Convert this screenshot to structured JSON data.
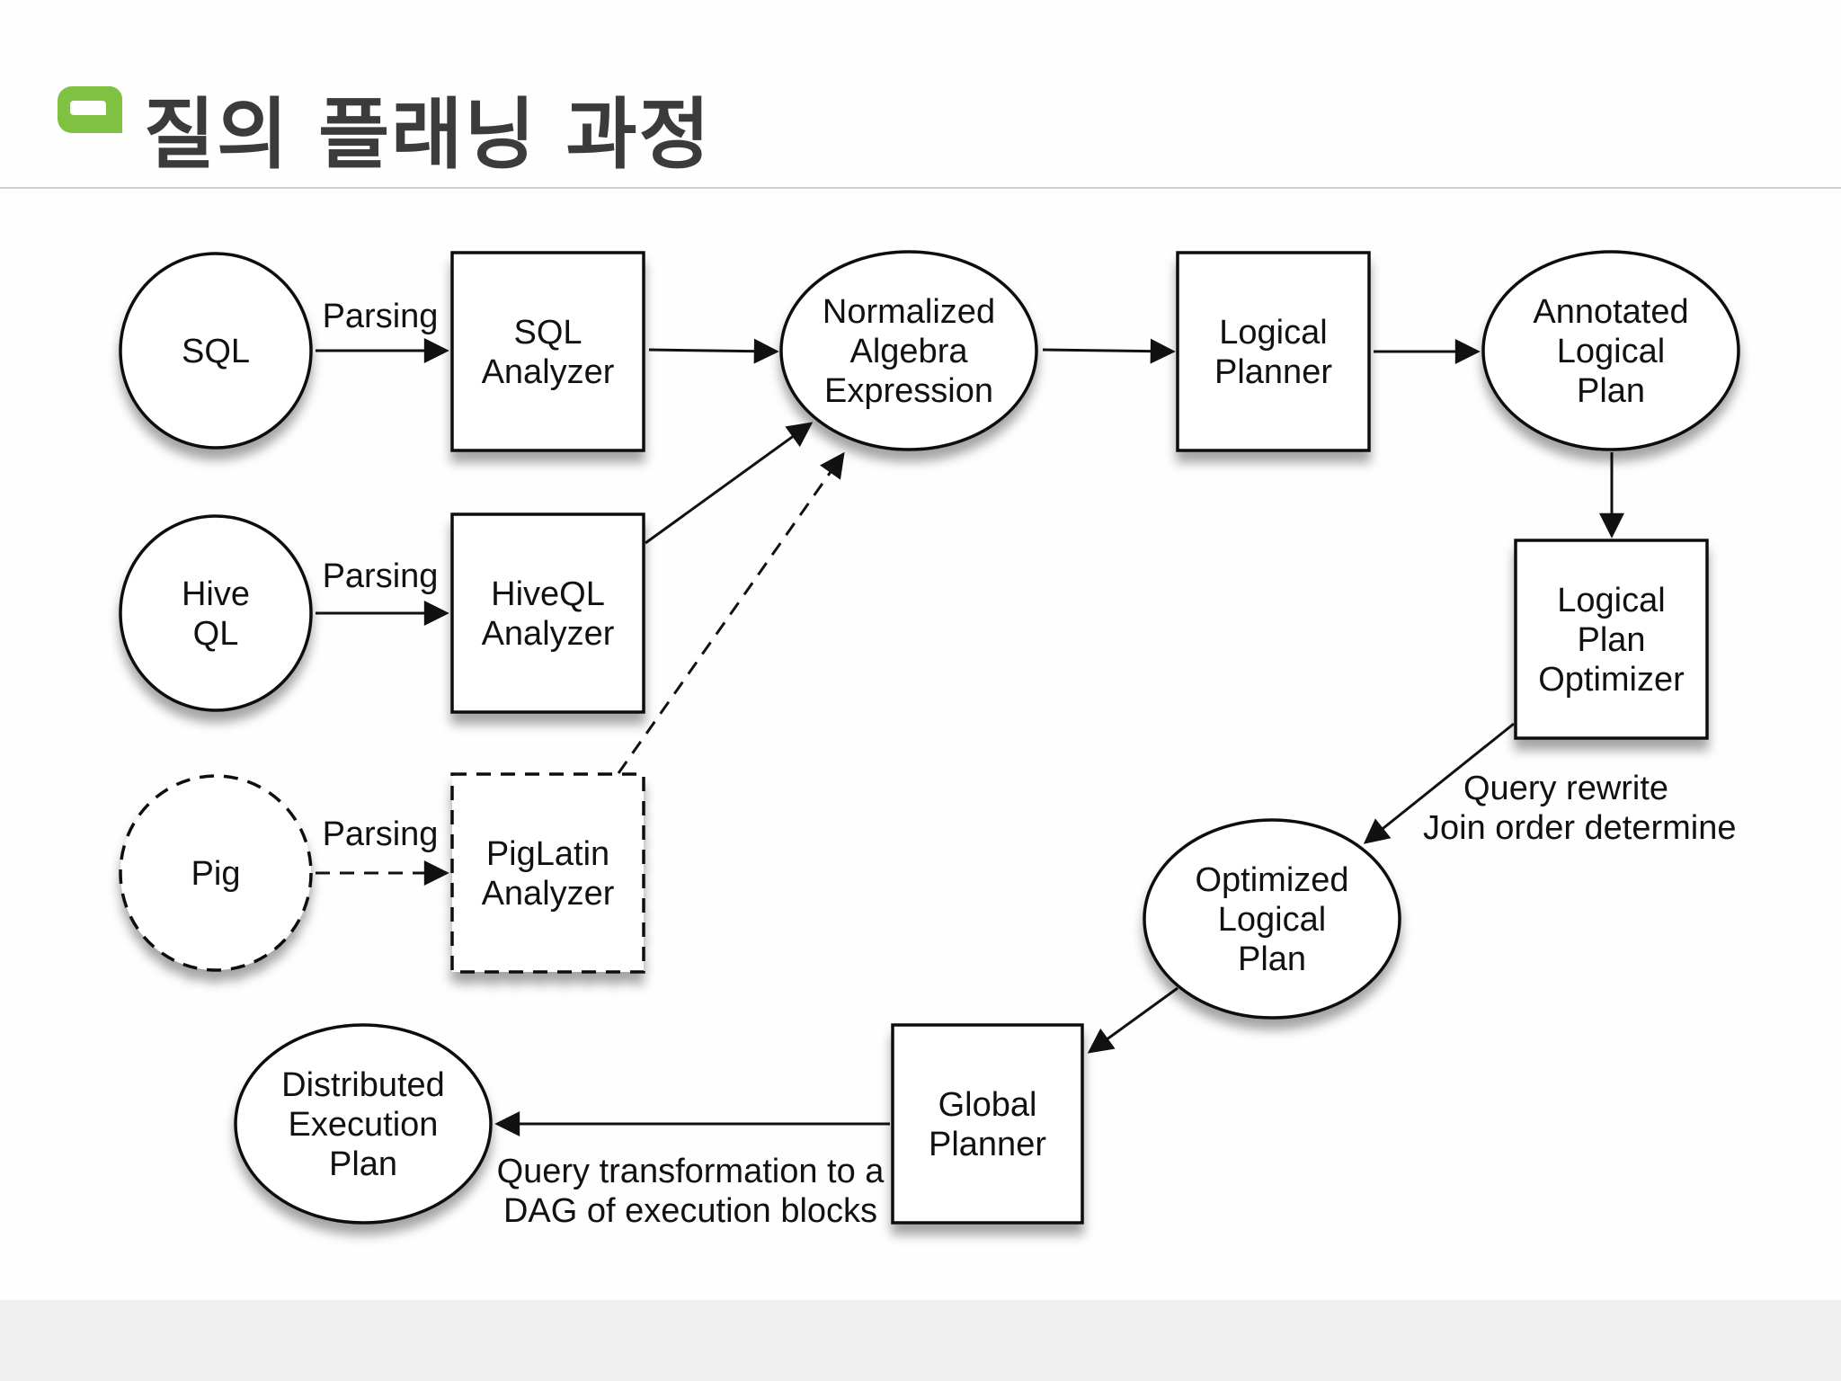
{
  "title": "질의 플래닝 과정",
  "colors": {
    "accent": "#7fc241",
    "title": "#3b3b3b",
    "stroke": "#111111",
    "fill": "#ffffff"
  },
  "nodes": [
    {
      "id": "sql",
      "shape": "circle",
      "style": "solid",
      "lines": [
        "SQL"
      ]
    },
    {
      "id": "sql_analyzer",
      "shape": "box",
      "style": "solid",
      "lines": [
        "SQL",
        "Analyzer"
      ]
    },
    {
      "id": "normalized",
      "shape": "ellipse",
      "style": "solid",
      "lines": [
        "Normalized",
        "Algebra",
        "Expression"
      ]
    },
    {
      "id": "logical_planner",
      "shape": "box",
      "style": "solid",
      "lines": [
        "Logical",
        "Planner"
      ]
    },
    {
      "id": "annotated",
      "shape": "ellipse",
      "style": "solid",
      "lines": [
        "Annotated",
        "Logical",
        "Plan"
      ]
    },
    {
      "id": "hiveql",
      "shape": "circle",
      "style": "solid",
      "lines": [
        "Hive",
        "QL"
      ]
    },
    {
      "id": "hiveql_analyzer",
      "shape": "box",
      "style": "solid",
      "lines": [
        "HiveQL",
        "Analyzer"
      ]
    },
    {
      "id": "optimizer",
      "shape": "box",
      "style": "solid",
      "lines": [
        "Logical",
        "Plan",
        "Optimizer"
      ]
    },
    {
      "id": "pig",
      "shape": "circle",
      "style": "dashed",
      "lines": [
        "Pig"
      ]
    },
    {
      "id": "piglatin_analyzer",
      "shape": "box",
      "style": "dashed",
      "lines": [
        "PigLatin",
        "Analyzer"
      ]
    },
    {
      "id": "optimized",
      "shape": "ellipse",
      "style": "solid",
      "lines": [
        "Optimized",
        "Logical",
        "Plan"
      ]
    },
    {
      "id": "distributed",
      "shape": "ellipse",
      "style": "solid",
      "lines": [
        "Distributed",
        "Execution",
        "Plan"
      ]
    },
    {
      "id": "global_planner",
      "shape": "box",
      "style": "solid",
      "lines": [
        "Global",
        "Planner"
      ]
    }
  ],
  "edges": [
    {
      "from": "sql",
      "to": "sql_analyzer",
      "style": "solid",
      "label": [
        "Parsing"
      ]
    },
    {
      "from": "sql_analyzer",
      "to": "normalized",
      "style": "solid",
      "label": []
    },
    {
      "from": "normalized",
      "to": "logical_planner",
      "style": "solid",
      "label": []
    },
    {
      "from": "logical_planner",
      "to": "annotated",
      "style": "solid",
      "label": []
    },
    {
      "from": "hiveql",
      "to": "hiveql_analyzer",
      "style": "solid",
      "label": [
        "Parsing"
      ]
    },
    {
      "from": "hiveql_analyzer",
      "to": "normalized",
      "style": "solid",
      "label": []
    },
    {
      "from": "pig",
      "to": "piglatin_analyzer",
      "style": "dashed",
      "label": [
        "Parsing"
      ]
    },
    {
      "from": "piglatin_analyzer",
      "to": "normalized",
      "style": "dashed",
      "label": []
    },
    {
      "from": "annotated",
      "to": "optimizer",
      "style": "solid",
      "label": []
    },
    {
      "from": "optimizer",
      "to": "optimized",
      "style": "solid",
      "label": [
        "Query rewrite",
        "Join order determine"
      ]
    },
    {
      "from": "optimized",
      "to": "global_planner",
      "style": "solid",
      "label": []
    },
    {
      "from": "global_planner",
      "to": "distributed",
      "style": "solid",
      "label": [
        "Query transformation to a",
        "DAG of execution blocks"
      ]
    }
  ]
}
